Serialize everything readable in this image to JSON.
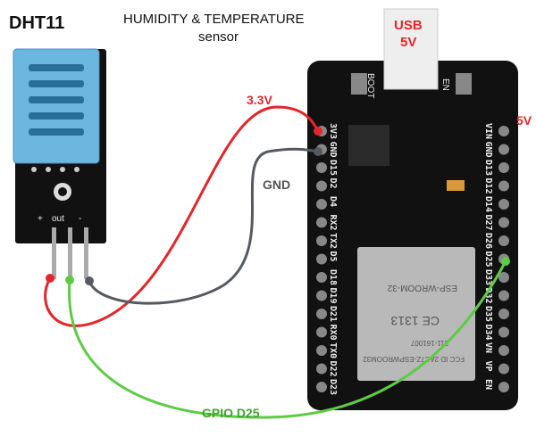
{
  "title": "DHT11",
  "subtitle_line1": "HUMIDITY & TEMPERATURE",
  "subtitle_line2": "sensor",
  "usb_label": "USB",
  "usb_voltage": "5V",
  "boot_label": "BOOT",
  "en_label": "EN",
  "label_3v3": "3.3V",
  "label_5v": "5V",
  "label_gnd": "GND",
  "label_gpio": "GPIO D25",
  "sensor_pins": {
    "plus": "+",
    "out": "out",
    "minus": "-"
  },
  "left_pins": [
    "3V3",
    "GND",
    "D15",
    "D2",
    "D4",
    "RX2",
    "TX2",
    "D5",
    "D18",
    "D19",
    "D21",
    "RX0",
    "TX0",
    "D22",
    "D23"
  ],
  "right_pins": [
    "VIN",
    "GND",
    "D13",
    "D12",
    "D14",
    "D27",
    "D26",
    "D25",
    "D33",
    "D32",
    "D35",
    "D34",
    "VN",
    "VP",
    "EN"
  ],
  "module": {
    "fcc": "FCC ID 2AC7Z-ESPWROOM32",
    "id": "211-161007",
    "ce": "CE 1313",
    "name": "ESP-WROOM-32"
  },
  "colors": {
    "red": "#e3262b",
    "green": "#5ecb45",
    "gray": "#555a60",
    "blue": "#6cb7e0"
  }
}
